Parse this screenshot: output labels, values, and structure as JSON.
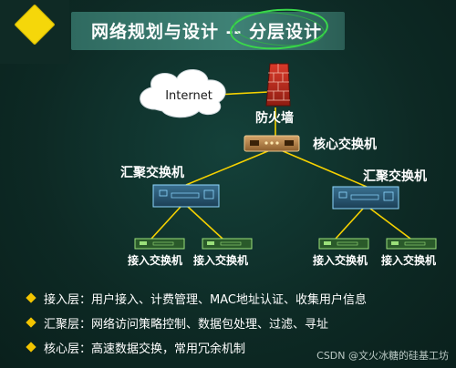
{
  "title": "网络规划与设计 -- 分层设计",
  "nodes": {
    "internet": "Internet",
    "firewall": "防火墙",
    "core": "核心交换机",
    "aggregation_left": "汇聚交换机",
    "aggregation_right": "汇聚交换机",
    "access_1": "接入交换机",
    "access_2": "接入交换机",
    "access_3": "接入交换机",
    "access_4": "接入交换机"
  },
  "bullets": [
    "接入层：用户接入、计费管理、MAC地址认证、收集用户信息",
    "汇聚层：网络访问策略控制、数据包处理、过滤、寻址",
    "核心层：高速数据交换，常用冗余机制"
  ],
  "watermark": "CSDN @文火冰糖的硅基工坊",
  "colors": {
    "background": "#0e2a25",
    "accent": "#f5d70a",
    "title_strip": "#3f8276",
    "highlight": "#39d84a",
    "link": "#f5d100",
    "node_line": "#8ed7ff"
  }
}
